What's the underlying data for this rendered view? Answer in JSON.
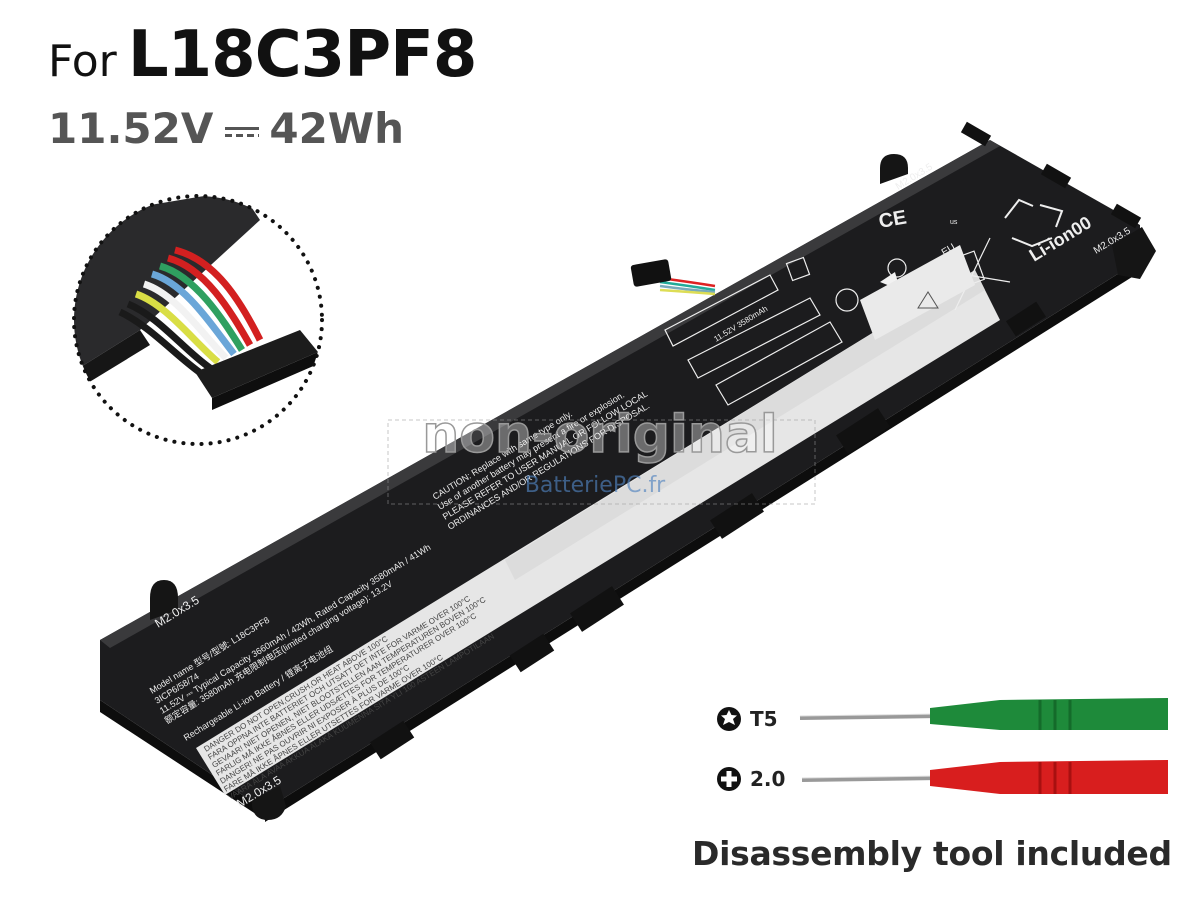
{
  "header": {
    "prefix": "For",
    "model": "L18C3PF8",
    "voltage": "11.52V",
    "dc_symbol": "dc-current-icon",
    "capacity": "42Wh"
  },
  "watermark": {
    "text": "non-original",
    "brand": "BatteriePC.fr"
  },
  "battery": {
    "screw_labels": [
      "M2.0x3.5",
      "M2.0x3.5",
      "M2.0x3.5",
      "M2.0x3.5"
    ],
    "caution": [
      "CAUTION: Replace with same type only.",
      "Use of another battery may present a fire or explosion.",
      "PLEASE REFER TO USER MANUAL OR FOLLOW LOCAL",
      "ORDINANCES AND/OR REGULATIONS FOR DISPOSAL."
    ],
    "label": {
      "model_name": "Model name 型号/型號: L18C3PF8",
      "cells": "3ICP6/58/74",
      "typical": "11.52V ⎓ Typical Capacity 3660mAh / 42Wh, Rated Capacity 3580mAh / 41Wh",
      "rated": "额定容量: 3580mAh  充电限制电压(limited charging voltage): 13.2V",
      "type": "Rechargeable Li-ion Battery / 锂离子电池组"
    },
    "warnings": [
      "DANGER  DO NOT OPEN,CRUSH,OR HEAT ABOVE 100°C",
      "FARA  OPPNA INTE BATTERIET OCH UTSATT DET INTE FOR VARME OVER 100°C",
      "GEVAAR!  NIET OPENEN, NIET BLOOTSTELLEN AAN TEMPERATUREN BOVEN 100°C",
      "FARLIG  MÅ IKKE ÅBNES ELLER UDSÆTTES FOR TEMPERATURER OVER 100°C",
      "DANGER!  NE PAS OUVRIR NI EXPOSER À PLUS DE 100°C",
      "FARE  MÅ IKKE ÅPNES ELLER UTSETTES FOR VARME OVER 100°C",
      "VAARA  ÄLÄ AVAA AKKUA ÄLÄKÄ KUUMENNA SITÄ YLI 100 ASTEEN LAMPOTILAAN"
    ],
    "cert_box": "11.52V  3580mAh",
    "recycle": "Li-ion00",
    "eu": "EU",
    "ce": "CE",
    "ul": "us"
  },
  "tools": {
    "items": [
      {
        "icon": "torx-icon",
        "label": "T5",
        "handle_color": "#1e8a3a"
      },
      {
        "icon": "phillips-icon",
        "label": "2.0",
        "handle_color": "#d81e1e"
      }
    ],
    "caption": "Disassembly tool included"
  },
  "colors": {
    "battery_body": "#1c1c1e",
    "label_white": "#e9e9e9",
    "text_dark": "#111111",
    "text_grey": "#555555"
  }
}
